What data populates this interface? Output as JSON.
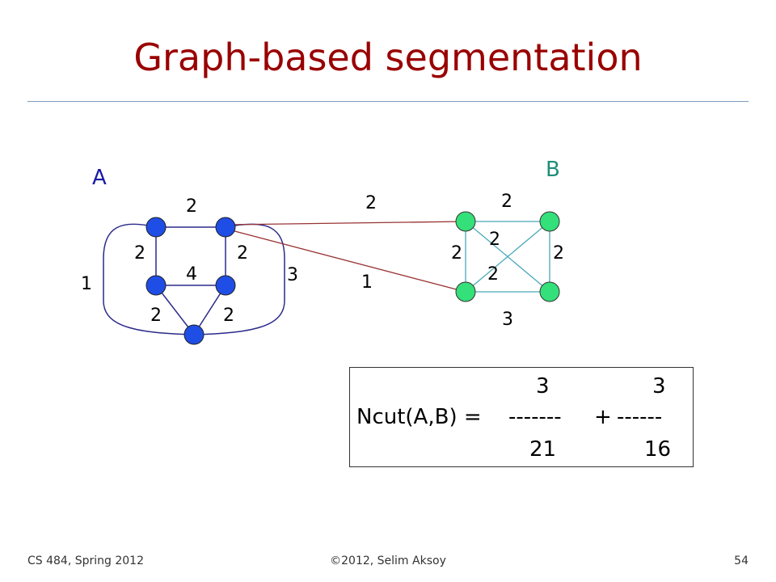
{
  "title": "Graph-based segmentation",
  "group_a": {
    "label": "A",
    "label_color": "#1a1aa6",
    "node_color": "#1f4ee6",
    "edge_color": "#2a2a8a",
    "weights": {
      "top": "2",
      "left": "2",
      "right": "2",
      "middle": "4",
      "lower_left": "2",
      "lower_right": "2",
      "outer_left": "1",
      "outer_right": "3"
    }
  },
  "group_b": {
    "label": "B",
    "label_color": "#1e8f7a",
    "node_color": "#33e07a",
    "edge_color": "#4aa8b8",
    "weights": {
      "top": "2",
      "left": "2",
      "right": "2",
      "diag_upper": "2",
      "diag_lower": "2",
      "bottom": "3"
    }
  },
  "cut": {
    "edge_color": "#993333",
    "weight_upper": "2",
    "weight_lower": "1"
  },
  "formula": {
    "num_a": "3",
    "num_b": "3",
    "lhs": "Ncut(A,B) =",
    "bar_a": "-------",
    "plus": "+",
    "bar_b": "------",
    "den_a": "21",
    "den_b": "16"
  },
  "footer": {
    "left": "CS 484, Spring 2012",
    "center": "©2012, Selim Aksoy",
    "right": "54"
  }
}
